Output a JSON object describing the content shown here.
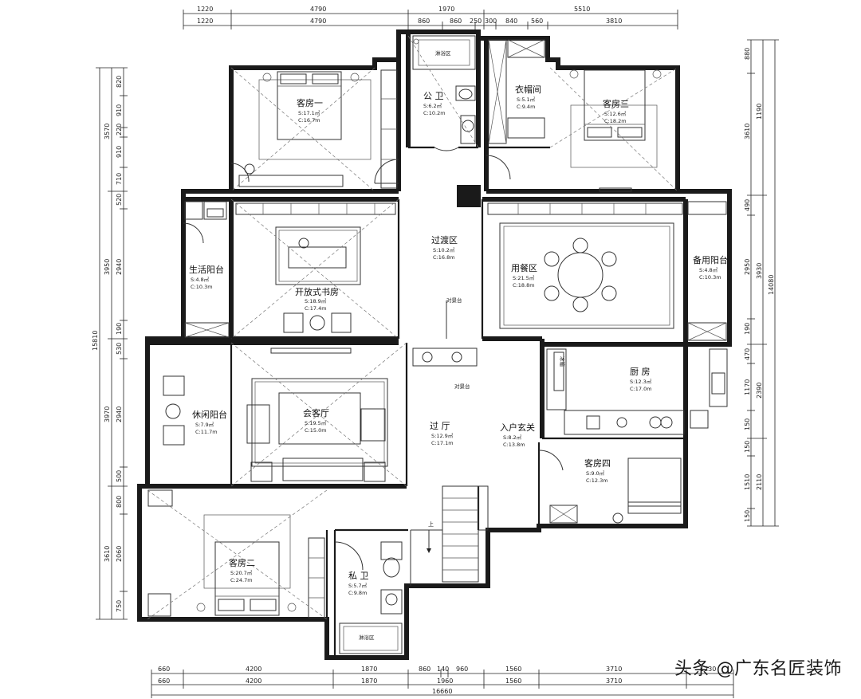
{
  "watermark": "头条 @广东名匠装饰",
  "top_dims_row1": [
    "1220",
    "4790",
    "1970",
    "5510"
  ],
  "top_dims_row2": [
    "1220",
    "4790",
    "860",
    "860",
    "250",
    "300",
    "840",
    "560",
    "3810"
  ],
  "bottom_dims_row1": [
    "660",
    "4200",
    "1870",
    "860",
    "140",
    "960",
    "1560",
    "3710",
    "1230"
  ],
  "bottom_dims_row2": [
    "660",
    "4200",
    "1870",
    "1960",
    "1560",
    "3710"
  ],
  "bottom_total": "16660",
  "left_dims_outer": [
    "3570",
    "3950",
    "3970",
    "3610"
  ],
  "left_dims_inner": [
    "820",
    "910",
    "220",
    "910",
    "710",
    "520",
    "2940",
    "190",
    "530",
    "2940",
    "500",
    "800",
    "2060",
    "750"
  ],
  "left_total": "15810",
  "right_dims_inner": [
    "880",
    "3610",
    "490",
    "2950",
    "190",
    "470",
    "1170",
    "150",
    "150",
    "1510",
    "150"
  ],
  "right_dims_outer": [
    "1190",
    "3930",
    "2390",
    "2110"
  ],
  "right_total": "14080",
  "rooms": {
    "guest1": {
      "name": "客房一",
      "s": "S:17.1㎡",
      "c": "C:16.7m"
    },
    "public_bath": {
      "name": "公 卫",
      "s": "S:6.2㎡",
      "c": "C:10.2m"
    },
    "cloak": {
      "name": "衣帽间",
      "s": "S:5.1㎡",
      "c": "C:9.4m"
    },
    "guest3": {
      "name": "客房三",
      "s": "S:12.6㎡",
      "c": "C:18.2m"
    },
    "life_balcony": {
      "name": "生活阳台",
      "s": "S:4.8㎡",
      "c": "C:10.3m"
    },
    "study": {
      "name": "开放式书房",
      "s": "S:18.9㎡",
      "c": "C:17.4m"
    },
    "transition": {
      "name": "过渡区",
      "s": "S:10.2㎡",
      "c": "C:16.8m"
    },
    "dining": {
      "name": "用餐区",
      "s": "S:21.5㎡",
      "c": "C:18.8m"
    },
    "spare_balcony": {
      "name": "备用阳台",
      "s": "S:4.8㎡",
      "c": "C:10.3m"
    },
    "leisure_balcony": {
      "name": "休闲阳台",
      "s": "S:7.9㎡",
      "c": "C:11.7m"
    },
    "living": {
      "name": "会客厅",
      "s": "S:19.5㎡",
      "c": "C:15.0m"
    },
    "hall": {
      "name": "过 厅",
      "s": "S:12.9㎡",
      "c": "C:17.1m"
    },
    "entry": {
      "name": "入户玄关",
      "s": "S:8.2㎡",
      "c": "C:13.8m"
    },
    "kitchen": {
      "name": "厨 房",
      "s": "S:12.3㎡",
      "c": "C:17.0m"
    },
    "guest4": {
      "name": "客房四",
      "s": "S:9.0㎡",
      "c": "C:12.3m"
    },
    "guest2": {
      "name": "客房二",
      "s": "S:20.7㎡",
      "c": "C:24.7m"
    },
    "private_bath": {
      "name": "私 卫",
      "s": "S:5.7㎡",
      "c": "C:9.8m"
    }
  },
  "labels": {
    "shower_top": "淋浴区",
    "shower_bottom": "淋浴区",
    "feature_cabinet_1": "对景台",
    "feature_cabinet_2": "对景台",
    "stair_up": "上",
    "fridge": "冰箱"
  }
}
